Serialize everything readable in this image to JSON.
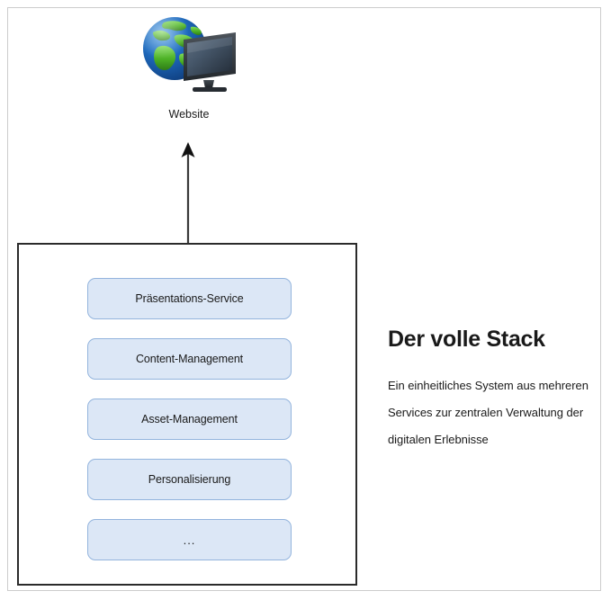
{
  "diagram": {
    "top_node": {
      "icon": "globe-monitor-icon",
      "label": "Website"
    },
    "arrow": {
      "icon": "up-arrow-icon",
      "direction": "up"
    },
    "stack": {
      "services": [
        {
          "label": "Präsentations-Service"
        },
        {
          "label": "Content-Management"
        },
        {
          "label": "Asset-Management"
        },
        {
          "label": "Personalisierung"
        },
        {
          "label": "..."
        }
      ]
    },
    "copy": {
      "heading": "Der volle Stack",
      "body": "Ein einheitliches System aus mehreren Services zur zentralen Verwaltung der digitalen Erlebnisse"
    },
    "colors": {
      "service_fill": "#dce7f6",
      "service_border": "#93b4dd",
      "container_border": "#2b2b2b",
      "page_frame": "#cccccc",
      "text": "#1a1a1a",
      "globe_ocean": "#1a5ba8",
      "globe_land": "#4caf2d",
      "monitor_body": "#3a3f45"
    }
  }
}
